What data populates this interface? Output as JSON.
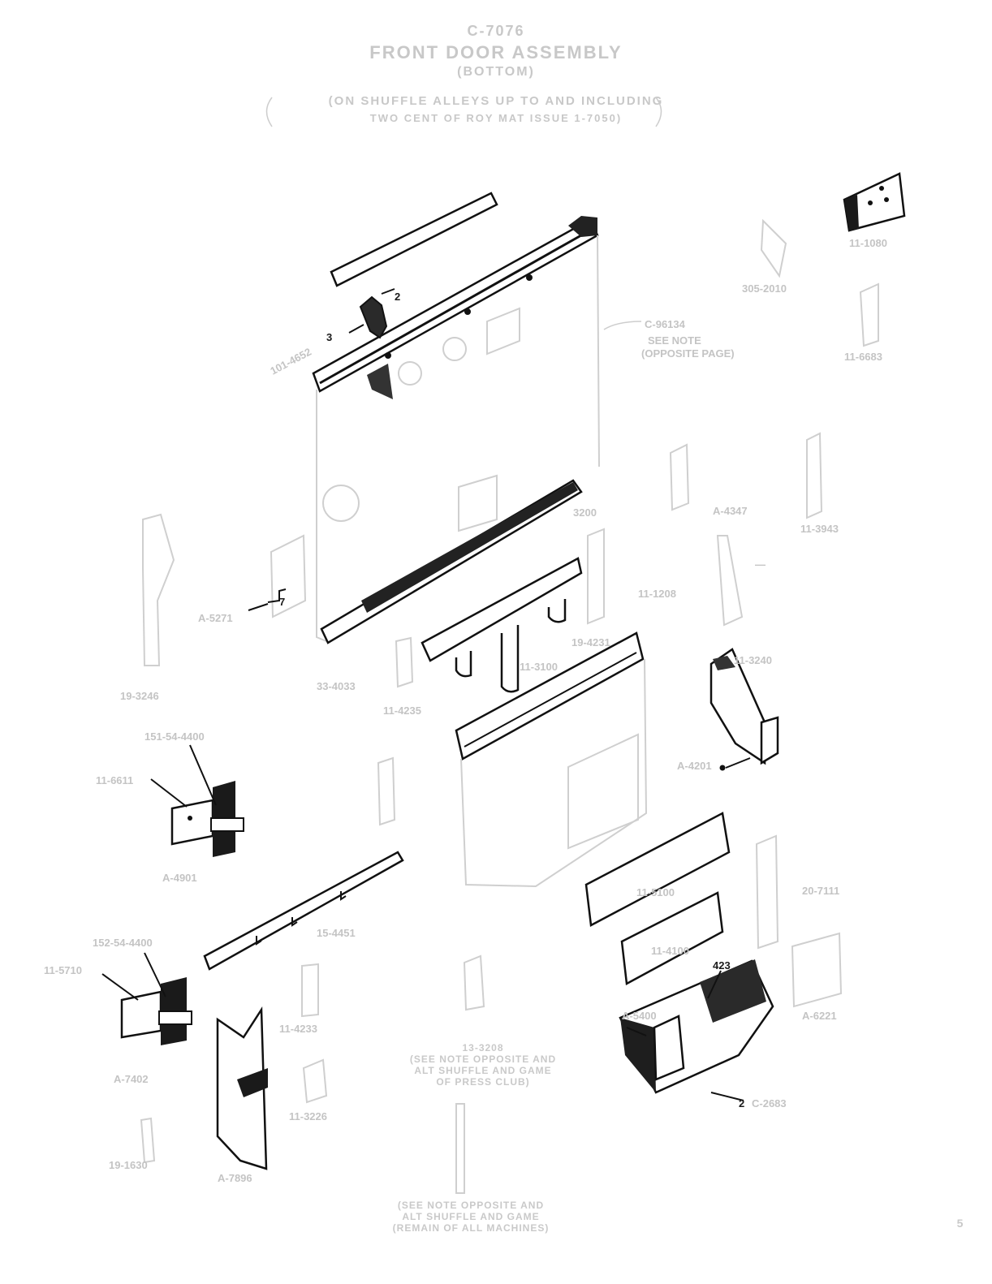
{
  "title": {
    "line1": "C-7076",
    "line2": "FRONT DOOR ASSEMBLY",
    "line3": "(BOTTOM)",
    "line4": "(ON SHUFFLE ALLEYS UP TO AND INCLUDING",
    "line5": "TWO CENT OF ROY MAT ISSUE 1-7050)"
  },
  "labels": {
    "p_1080": "11-1080",
    "p_2010": "305-2010",
    "p_6683": "11-6683",
    "p_96134": "C-96134",
    "see_note": "SEE NOTE",
    "see_note_2": "(OPPOSITE PAGE)",
    "p_a4347": "A-4347",
    "p_3943": "11-3943",
    "p_3200": "3200",
    "p_1208": "11-1208",
    "p_dash": "—",
    "p_5271": "A-5271",
    "p_3246": "19-3246",
    "p_4231": "19-4231",
    "p_3100": "11-3100",
    "p_4033": "33-4033",
    "p_4235": "11-4235",
    "p_a4201": "A-4201",
    "p_3240": "11-3240",
    "p_4400a": "151-54-4400",
    "p_a4901": "A-4901",
    "p_6611": "11-6611",
    "p_7111": "20-7111",
    "p_5100": "11-5100",
    "p_4100": "11-4100",
    "p_4451": "15-4451",
    "p_4400b": "152-54-4400",
    "p_5710": "11-5710",
    "p_a7402": "A-7402",
    "p_4233": "11-4233",
    "p_a6221": "A-6221",
    "p_a5400": "A-5400",
    "p_423": "423",
    "p_2": "2",
    "p_c2683": "C-2683",
    "p_3226": "11-3226",
    "p_1630": "19-1630",
    "p_a7896": "A-7896",
    "p_2b": "2",
    "p_3": "3",
    "p_4652": "101-4652",
    "p_7": "7"
  },
  "notes": {
    "center": "13-3208\n(SEE NOTE OPPOSITE AND\nALT SHUFFLE AND GAME\nOF PRESS CLUB)",
    "bottom": "(SEE NOTE OPPOSITE AND\nALT SHUFFLE AND GAME\n(REMAIN OF ALL MACHINES)"
  },
  "page_number": "5"
}
